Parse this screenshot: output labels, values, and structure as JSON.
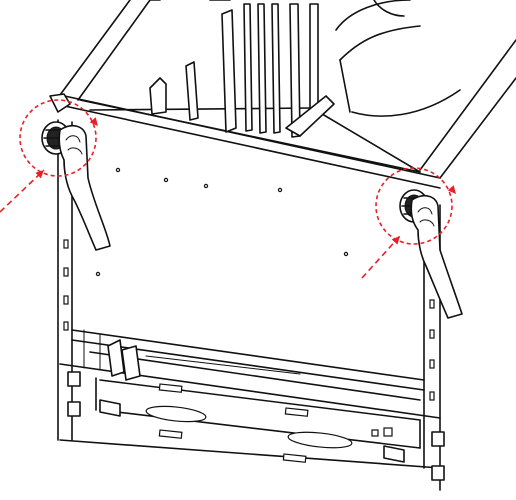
{
  "diagram": {
    "style": "line-art",
    "accent_color": "#e8202a",
    "ink_color": "#111111",
    "background_color": "#ffffff",
    "callouts": [
      {
        "side": "left",
        "rotation": "clockwise",
        "action": "push-in"
      },
      {
        "side": "right",
        "rotation": "clockwise",
        "action": "push-in"
      }
    ]
  }
}
